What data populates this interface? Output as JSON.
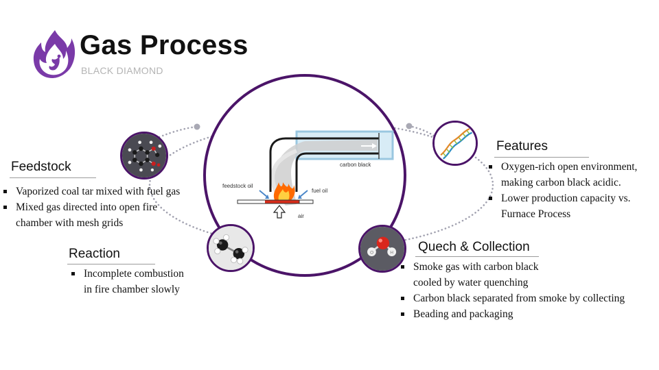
{
  "header": {
    "title": "Gas Process",
    "subtitle": "BLACK DIAMOND"
  },
  "diagram": {
    "labels": {
      "feedstock_oil": "feedstock oil",
      "fuel_oil": "fuel oil",
      "carbon_black": "carbon black",
      "air": "air"
    }
  },
  "sections": {
    "feedstock": {
      "title": "Feedstock",
      "bullets": [
        "Vaporized coal tar mixed with fuel gas",
        "Mixed gas directed into open fire",
        "chamber with mesh grids"
      ]
    },
    "reaction": {
      "title": "Reaction",
      "bullets": [
        "Incomplete combustion",
        "in fire chamber slowly"
      ]
    },
    "quench": {
      "title": "Quech & Collection",
      "bullets": [
        "Smoke gas with carbon black",
        "cooled by water quenching",
        "Carbon black separated from smoke by collecting",
        "Beading and packaging"
      ]
    },
    "features": {
      "title": "Features",
      "bullets": [
        "Oxygen-rich open environment,",
        "making carbon black acidic.",
        "Lower production capacity vs.",
        "Furnace Process"
      ]
    }
  },
  "colors": {
    "accent": "#4b1468",
    "logo_purple": "#7a3aa8",
    "dots": "#9a9aa8"
  }
}
